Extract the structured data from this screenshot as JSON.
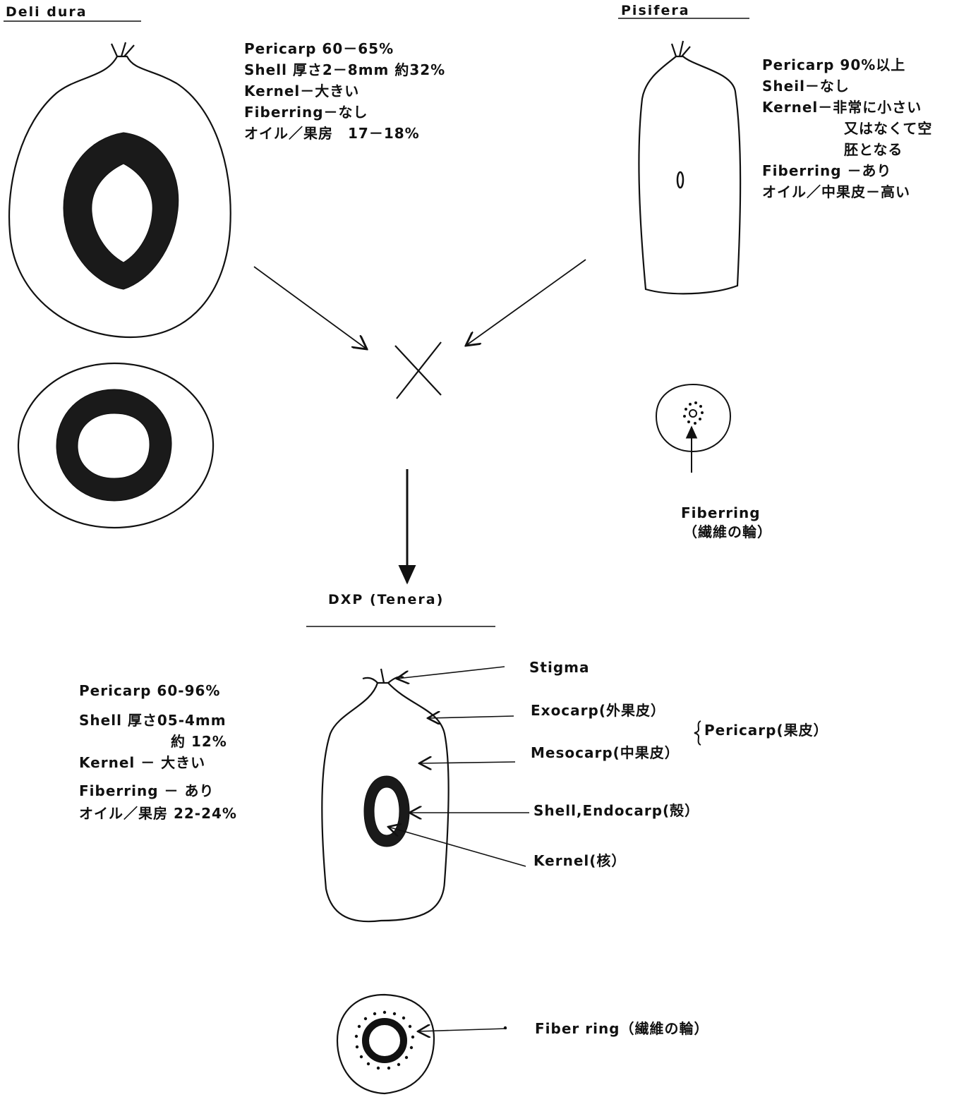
{
  "dura": {
    "title": "Deli dura",
    "notes": [
      "Pericarp 60－65%",
      "Shell 厚さ2－8mm 約32%",
      "Kernel－大きい",
      "Fiberring－なし",
      "オイル／果房　17－18%"
    ]
  },
  "pisifera": {
    "title": "Pisifera",
    "notes": [
      "Pericarp 90%以上",
      "Sheil－なし",
      "Kernel－非常に小さい",
      "又はなくて空",
      "胚となる",
      "Fiberring －あり",
      "オイル／中果皮－高い"
    ],
    "fiberring_label": "Fiberring",
    "fiberring_sub": "（繊維の輪）"
  },
  "cross": {
    "result_title": "DXP (Tenera)"
  },
  "tenera": {
    "notes": [
      "Pericarp 60-96%",
      "Shell 厚さ05-4mm",
      "約 12%",
      "Kernel － 大きい",
      "Fiberring － あり",
      "オイル／果房 22-24%"
    ],
    "labels": {
      "stigma": "Stigma",
      "exocarp": "Exocarp(外果皮）",
      "mesocarp": "Mesocarp(中果皮）",
      "pericarp": "Pericarp(果皮）",
      "shell": "Shell,Endocarp(殻）",
      "kernel": "Kernel(核）",
      "fiber_ring": "Fiber ring（繊維の輪）"
    }
  },
  "colors": {
    "ink": "#111111",
    "paper": "#ffffff",
    "fill": "#1a1a1a"
  }
}
